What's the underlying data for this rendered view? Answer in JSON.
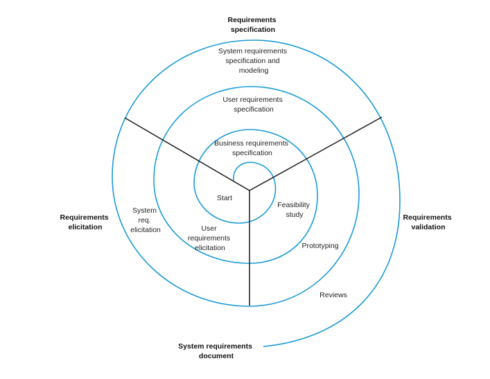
{
  "colors": {
    "spiral": "#1a9ad6",
    "axes": "#1a1a1a",
    "text": "#222222"
  },
  "outer_labels": {
    "top": [
      "Requirements",
      "specification"
    ],
    "left": [
      "Requirements",
      "elicitation"
    ],
    "right": [
      "Requirements",
      "validation"
    ],
    "bottom": [
      "System requirements",
      "document"
    ]
  },
  "inner_labels": {
    "system_spec": [
      "System requirements",
      "specification and",
      "modeling"
    ],
    "user_spec": [
      "User requirements",
      "specification"
    ],
    "business_spec": [
      "Business requirements",
      "specification"
    ],
    "start": [
      "Start"
    ],
    "feasibility": [
      "Feasibility",
      "study"
    ],
    "system_elicitation": [
      "System",
      "req.",
      "elicitation"
    ],
    "user_elicitation": [
      "User",
      "requirements",
      "elicitation"
    ],
    "prototyping": [
      "Prototyping"
    ],
    "reviews": [
      "Reviews"
    ]
  }
}
